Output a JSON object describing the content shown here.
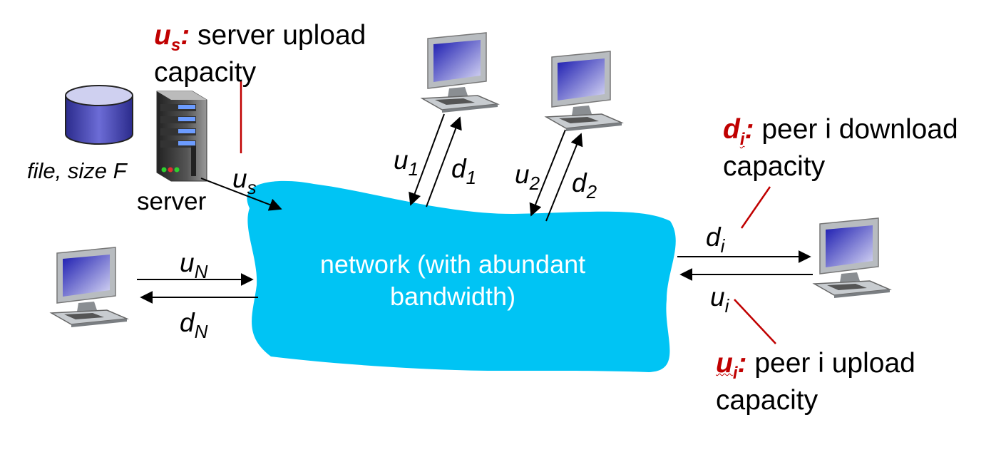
{
  "annotations": {
    "server_upload": {
      "symbol": "u",
      "sub": "s",
      "colon": ":",
      "text_line1": "server upload",
      "text_line2": "capacity"
    },
    "peer_download": {
      "symbol": "d",
      "sub": "i",
      "colon": ":",
      "text_line1": "peer i download",
      "text_line2": "capacity"
    },
    "peer_upload": {
      "symbol": "u",
      "sub": "i",
      "colon": ":",
      "text_line1": "peer i upload",
      "text_line2": "capacity"
    }
  },
  "file_label": "file, size F",
  "server_label": "server",
  "network_label": {
    "line1": "network (with abundant",
    "line2": "bandwidth)"
  },
  "link_labels": {
    "us": {
      "base": "u",
      "sub": "s"
    },
    "u1": {
      "base": "u",
      "sub": "1"
    },
    "d1": {
      "base": "d",
      "sub": "1"
    },
    "u2": {
      "base": "u",
      "sub": "2"
    },
    "d2": {
      "base": "d",
      "sub": "2"
    },
    "uN": {
      "base": "u",
      "sub": "N"
    },
    "dN": {
      "base": "d",
      "sub": "N"
    },
    "di": {
      "base": "d",
      "sub": "i"
    },
    "ui": {
      "base": "u",
      "sub": "i"
    }
  },
  "colors": {
    "network": "#00c4f4",
    "annotation_red": "#c00000",
    "database": "#4a4ab8"
  }
}
